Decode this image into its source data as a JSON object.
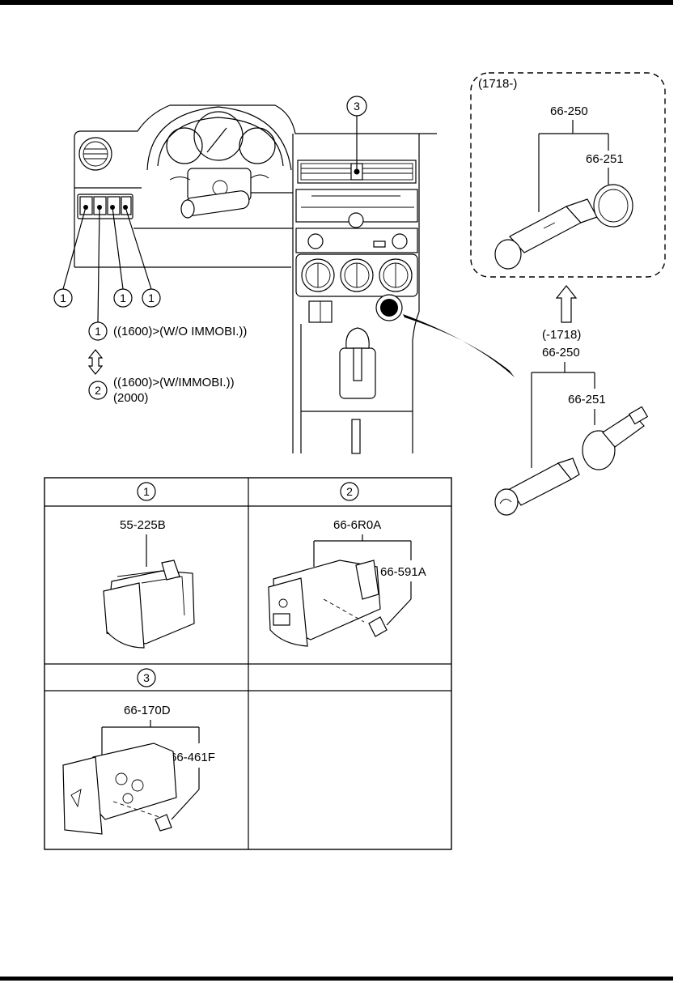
{
  "callouts": {
    "switch_1": "1",
    "switch_2": "2",
    "switch_3": "3"
  },
  "legend": {
    "variant_1": "((1600)>(W/O IMMOBI.))",
    "variant_2_line1": "((1600)>(W/IMMOBI.))",
    "variant_2_line2": "(2000)"
  },
  "cigarette_lighter": {
    "new_range": "(1718-)",
    "old_range": "(-1718)",
    "lighter_part": "66-250",
    "socket_part": "66-251"
  },
  "table": {
    "cell_1": {
      "callout": "1",
      "part": "55-225B"
    },
    "cell_2": {
      "callout": "2",
      "part": "66-6R0A",
      "screw": "66-591A"
    },
    "cell_3": {
      "callout": "3",
      "part": "66-170D",
      "screw": "66-461F"
    }
  }
}
